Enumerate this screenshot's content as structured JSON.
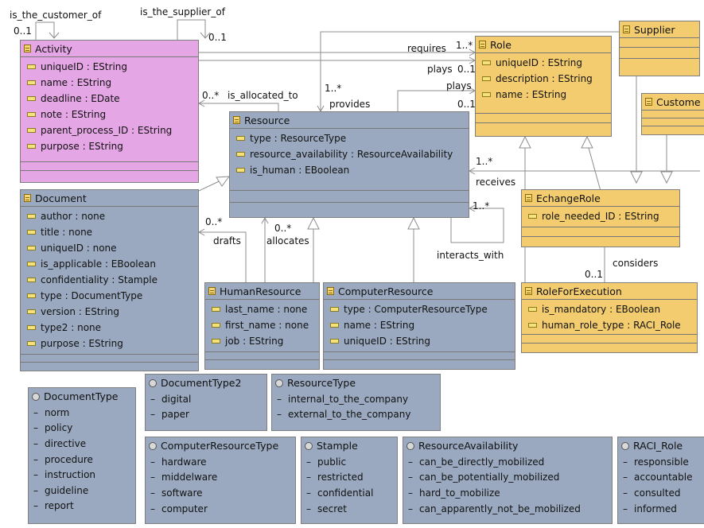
{
  "classes": {
    "activity": {
      "name": "Activity",
      "attrs": [
        "uniqueID : EString",
        "name : EString",
        "deadline : EDate",
        "note : EString",
        "parent_process_ID : EString",
        "purpose : EString"
      ]
    },
    "role": {
      "name": "Role",
      "attrs": [
        "uniqueID : EString",
        "description : EString",
        "name : EString"
      ]
    },
    "supplier": {
      "name": "Supplier"
    },
    "customer": {
      "name": "Custome"
    },
    "resource": {
      "name": "Resource",
      "attrs": [
        "type : ResourceType",
        "resource_availability : ResourceAvailability",
        "is_human : EBoolean"
      ]
    },
    "document": {
      "name": "Document",
      "attrs": [
        "author : none",
        "title : none",
        "uniqueID : none",
        "is_applicable : EBoolean",
        "confidentiality : Stample",
        "type : DocumentType",
        "version : EString",
        "type2 : none",
        "purpose : EString"
      ]
    },
    "echangerole": {
      "name": "EchangeRole",
      "attrs": [
        "role_needed_ID : EString"
      ]
    },
    "humanresource": {
      "name": "HumanResource",
      "attrs": [
        "last_name : none",
        "first_name : none",
        "job : EString"
      ]
    },
    "computerresource": {
      "name": "ComputerResource",
      "attrs": [
        "type : ComputerResourceType",
        "name : EString",
        "uniqueID : EString"
      ]
    },
    "roleforexecution": {
      "name": "RoleForExecution",
      "attrs": [
        "is_mandatory : EBoolean",
        "human_role_type : RACI_Role"
      ]
    }
  },
  "enums": {
    "documenttype": {
      "name": "DocumentType",
      "literals": [
        "norm",
        "policy",
        "directive",
        "procedure",
        "instruction",
        "guideline",
        "report"
      ]
    },
    "documenttype2": {
      "name": "DocumentType2",
      "literals": [
        "digital",
        "paper"
      ]
    },
    "resourcetype": {
      "name": "ResourceType",
      "literals": [
        "internal_to_the_company",
        "external_to_the_company"
      ]
    },
    "computerresourcetype": {
      "name": "ComputerResourceType",
      "literals": [
        "hardware",
        "middelware",
        "software",
        "computer"
      ]
    },
    "stample": {
      "name": "Stample",
      "literals": [
        "public",
        "restricted",
        "confidential",
        "secret"
      ]
    },
    "resourceavailability": {
      "name": "ResourceAvailability",
      "literals": [
        "can_be_directly_mobilized",
        "can_be_potentially_mobilized",
        "hard_to_mobilize",
        "can_apparently_not_be_mobilized"
      ]
    },
    "raci_role": {
      "name": "RACI_Role",
      "literals": [
        "responsible",
        "accountable",
        "consulted",
        "informed"
      ]
    }
  },
  "edge_labels": {
    "is_the_customer_of": "is_the_customer_of",
    "is_the_supplier_of": "is_the_supplier_of",
    "customer_mult": "0..1",
    "supplier_mult": "0..1",
    "requires": "requires",
    "requires_mult": "1..*",
    "plays1": "plays",
    "plays1_mult": "0..1",
    "plays2": "plays",
    "plays2_mult": "0..1",
    "is_allocated_to": "is_allocated_to",
    "allocated_mult": "0..*",
    "provides": "provides",
    "provides_mult": "1..*",
    "receives": "receives",
    "receives_mult": "1..*",
    "interacts_with": "interacts_with",
    "interacts_mult": "1..*",
    "drafts": "drafts",
    "drafts_mult": "0..*",
    "allocates": "allocates",
    "allocates_mult": "0..*",
    "considers": "considers",
    "considers_mult": "0..1"
  }
}
